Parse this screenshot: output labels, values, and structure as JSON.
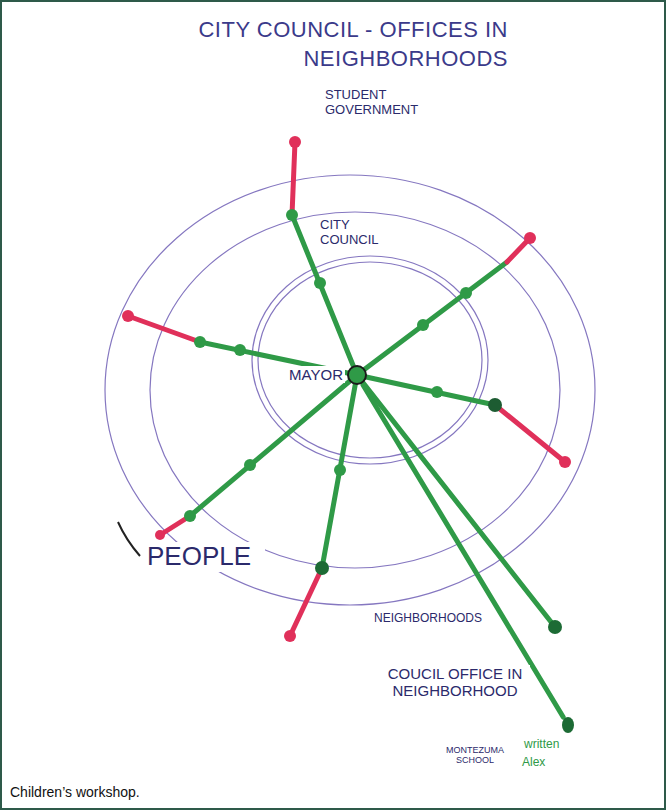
{
  "diagram": {
    "title": "CITY COUNCIL - OFFICES IN NEIGHBORHOODS",
    "caption": "Children’s workshop.",
    "nodes": [
      {
        "text": [
          "MAYOR"
        ]
      },
      {
        "text": [
          "COUCIL OFFICE IN NEIGHBORHOOD"
        ]
      }
    ],
    "edges": [
      {
        "from": 0,
        "to": 1,
        "arrow": "none"
      }
    ],
    "labels": [
      "STUDENT GOVERNMENT",
      "CITY COUNCIL",
      "PEOPLE",
      "NEIGHBORHOODS",
      "MONTEZUMA SCHOOL",
      "written",
      "Alex"
    ]
  }
}
